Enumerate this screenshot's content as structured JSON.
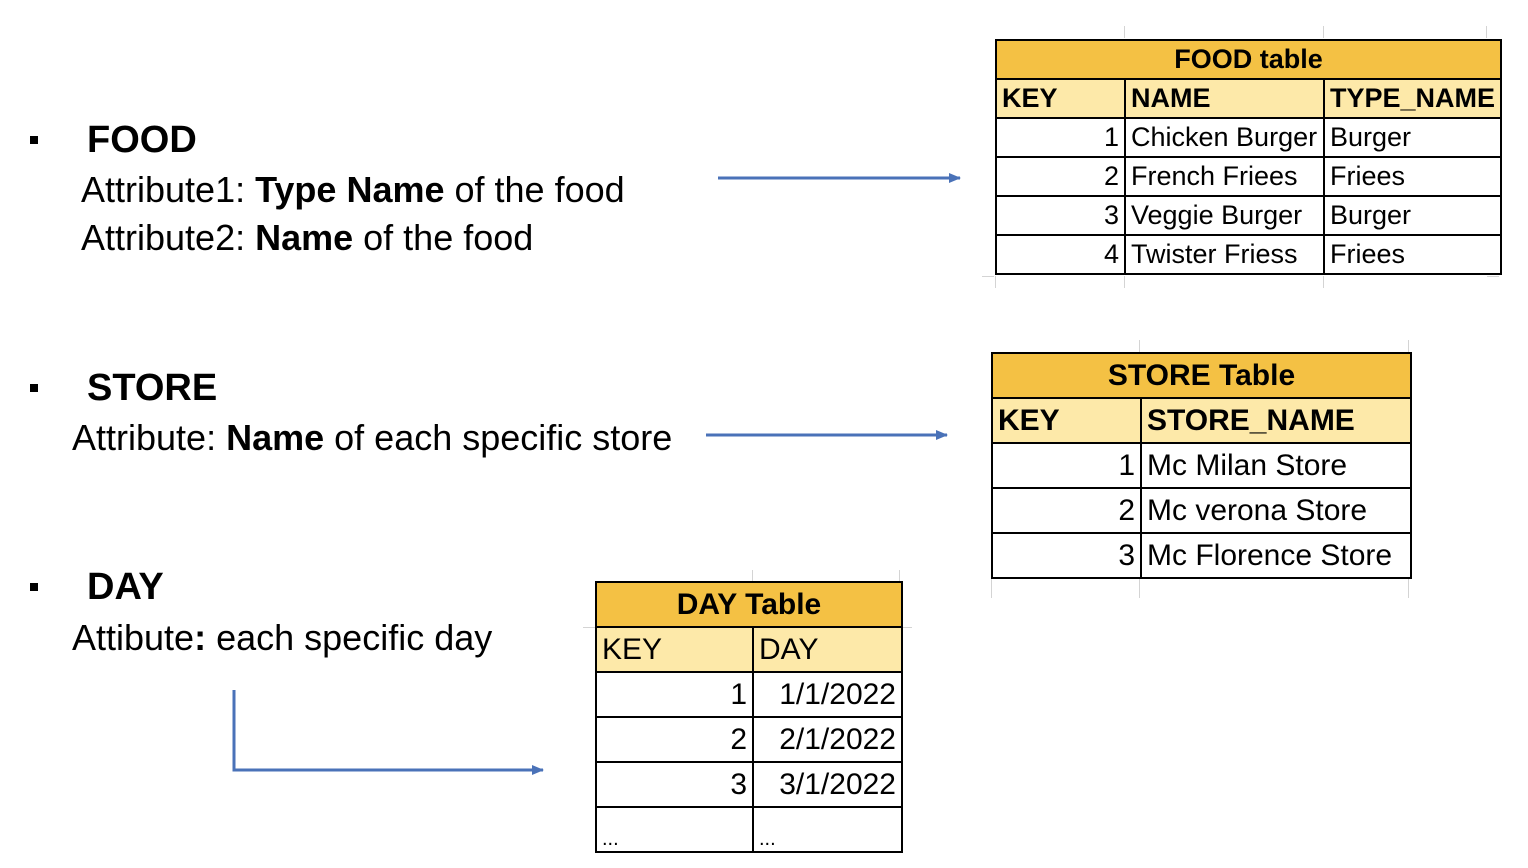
{
  "sections": {
    "food": {
      "heading": "FOOD",
      "attr1_prefix": "Attribute1: ",
      "attr1_bold": "Type Name",
      "attr1_suffix": " of the food",
      "attr2_prefix": "Attribute2: ",
      "attr2_bold": "Name",
      "attr2_suffix": " of the food"
    },
    "store": {
      "heading": "STORE",
      "attr_prefix": "Attribute: ",
      "attr_bold": "Name",
      "attr_suffix": " of each specific store"
    },
    "day": {
      "heading": "DAY",
      "attr_prefix": "Attibute",
      "attr_bold": ":",
      "attr_suffix": " each specific day"
    }
  },
  "food_table": {
    "title": "FOOD table",
    "headers": [
      "KEY",
      "NAME",
      "TYPE_NAME"
    ],
    "rows": [
      [
        "1",
        "Chicken Burger",
        "Burger"
      ],
      [
        "2",
        "French Friees",
        "Friees"
      ],
      [
        "3",
        "Veggie Burger",
        "Burger"
      ],
      [
        "4",
        "Twister Friess",
        "Friees"
      ]
    ]
  },
  "store_table": {
    "title": "STORE Table",
    "headers": [
      "KEY",
      "STORE_NAME"
    ],
    "rows": [
      [
        "1",
        "Mc Milan Store"
      ],
      [
        "2",
        "Mc verona Store"
      ],
      [
        "3",
        "Mc Florence Store"
      ]
    ]
  },
  "day_table": {
    "title": "DAY Table",
    "headers": [
      "KEY",
      "DAY"
    ],
    "rows": [
      [
        "1",
        "1/1/2022"
      ],
      [
        "2",
        "2/1/2022"
      ],
      [
        "3",
        "3/1/2022"
      ],
      [
        "...",
        "..."
      ]
    ]
  },
  "colors": {
    "title_fill": "#f4c144",
    "header_fill": "#fde9a9",
    "arrow": "#4a72b8"
  }
}
